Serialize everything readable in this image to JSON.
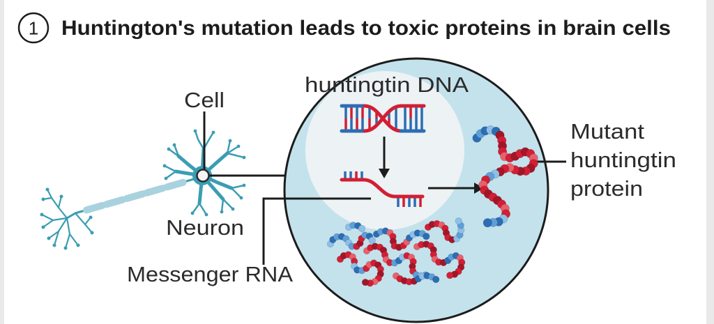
{
  "title": {
    "number": "1",
    "text": "Huntington's mutation leads to toxic proteins in brain cells"
  },
  "labels": {
    "cell": "Cell",
    "huntingtin_dna": "huntingtin DNA",
    "mutant_protein": [
      "Mutant",
      "huntingtin",
      "protein"
    ],
    "neuron": "Neuron",
    "messenger_rna": "Messenger RNA"
  },
  "colors": {
    "red": "#d21f34",
    "dark_red": "#a3162a",
    "pink": "#e8606e",
    "blue": "#2c6db4",
    "light_blue": "#5e9fd8",
    "pale_blue": "#8dbfe8",
    "neuron": "#3b9db3",
    "myelin": "#a8d2de",
    "cell_fill": "#c4e2ec",
    "nucleus_fill": "#edf2f4",
    "outline": "#1c1c1c"
  }
}
